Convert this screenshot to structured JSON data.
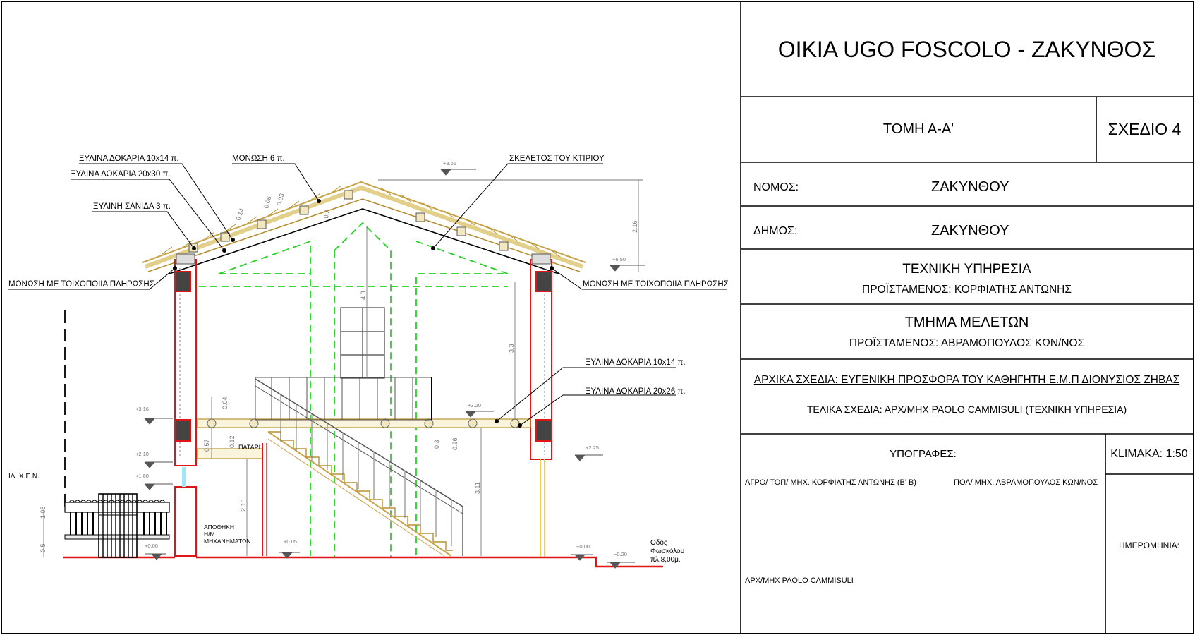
{
  "title_block": {
    "project_title": "ΟΙΚΙΑ UGO FOSCOLO - ΖΑΚΥΝΘΟΣ",
    "section_name": "ΤΟΜΗ  Α-Α'",
    "drawing_number": "ΣΧΕΔΙΟ  4",
    "nomos_label": "ΝΟΜΟΣ:",
    "nomos_value": "ΖΑΚΥΝΘΟΥ",
    "dimos_label": "ΔΗΜΟΣ:",
    "dimos_value": "ΖΑΚΥΝΘΟΥ",
    "technical_service": "ΤΕΧΝΙΚΗ ΥΠΗΡΕΣΙΑ",
    "technical_head": "ΠΡΟΪΣΤΑΜΕΝΟΣ:   ΚΟΡΦΙΑΤΗΣ ΑΝΤΩΝΗΣ",
    "studies_dept": "ΤΜΗΜΑ ΜΕΛΕΤΩΝ",
    "studies_head": "ΠΡΟΪΣΤΑΜΕΝΟΣ:   ΑΒΡΑΜΟΠΟΥΛΟΣ ΚΩΝ/ΝΟΣ",
    "initial_drawings": "ΑΡΧΙΚΑ ΣΧΕΔΙΑ:  ΕΥΓΕΝΙΚΗ ΠΡΟΣΦΟΡΑ ΤΟΥ ΚΑΘΗΓΗΤΗ Ε.Μ.Π  ΔΙΟΝΥΣΙΟΣ ΖΗΒΑΣ",
    "final_drawings": "ΤΕΛΙΚΑ ΣΧΕΔΙΑ:  ΑΡΧ/ΜΗΧ  PAOLO CAMMISULI  (ΤΕΧΝΙΚΗ ΥΠΗΡΕΣΙΑ)",
    "signatures_label": "ΥΠΟΓΡΑΦΕΣ:",
    "signer_1": "ΑΓΡΟ/ ΤΟΠ/ ΜΗΧ. ΚΟΡΦΙΑΤΗΣ ΑΝΤΩΝΗΣ (Β' Β)",
    "signer_2": "ΠΟΛ/ ΜΗΧ. ΑΒΡΑΜΟΠΟΥΛΟΣ ΚΩΝ/ΝΟΣ",
    "signer_3": "ΑΡΧ/ΜΗΧ  PAOLO CAMMISULI",
    "scale": "ΚLIMAKA:  1:50",
    "date_label": "ΗΜΕΡΟΜΗΝΙΑ:"
  },
  "drawing_labels": {
    "beam_10x14_roof": "ΞΥΛΙΝΑ ΔΟΚΑΡΙΑ 10x14 π.",
    "beam_20x30": "ΞΥΛΙΝΑ ΔΟΚΑΡΙΑ 20x30 π.",
    "board_3": "ΞΥΛΙΝΗ ΣΑΝΙΔΑ 3 π.",
    "insulation_6": "ΜΟΝΩΣΗ 6 π.",
    "skeleton": "ΣΚΕΛΕΤΟΣ ΤΟΥ ΚΤΙΡΙΟΥ",
    "insulation_left": "ΜΟΝΩΣΗ ΜΕ ΤΟΙΧΟΠΟΙΙΑ ΠΛΗΡΩΣΗΣ",
    "insulation_right": "ΜΟΝΩΣΗ ΜΕ ΤΟΙΧΟΠΟΙΙΑ ΠΛΗΡΩΣΗΣ",
    "beam_10x14_floor": "ΞΥΛΙΝΑ ΔΟΚΑΡΙΑ 10x14 π.",
    "beam_20x26": "ΞΥΛΙΝΑ ΔΟΚΑΡΙΑ 20x26 π.",
    "neighbour": "ΙΔ. Χ.Ε.Ν.",
    "patari": "ΠΑΤΑΡΙ",
    "storage_1": "ΑΠΟΘΗΚΗ",
    "storage_2": "Η/Μ",
    "storage_3": "ΜΗΧΑΝΗΜΑΤΩΝ",
    "street_1": "Οδός",
    "street_2": "Φωσκόλου",
    "street_3": "πλ.8,00μ."
  },
  "levels": {
    "ridge": "+8.66",
    "eave": "+6.50",
    "mezz_left": "+3.16",
    "floor_right": "+3.20",
    "l210": "+2.10",
    "l160": "+1.60",
    "l225": "+2.25",
    "zero_left": "+0.00",
    "inner": "+0.05",
    "zero_right": "+0.00",
    "street": "−0.20"
  },
  "dimensions": {
    "d216_roof": "2.16",
    "d48": "4.8",
    "d33": "3.3",
    "d311": "3.11",
    "d216_low": "2.16",
    "d004": "0.04",
    "d057": "0.57",
    "d012": "0.12",
    "d03": "0.3",
    "d026": "0.26",
    "d105": "1.05",
    "d05": "0.5",
    "r014": "0.14",
    "r006": "0.06",
    "r003": "0.03",
    "r02": "0.2"
  }
}
